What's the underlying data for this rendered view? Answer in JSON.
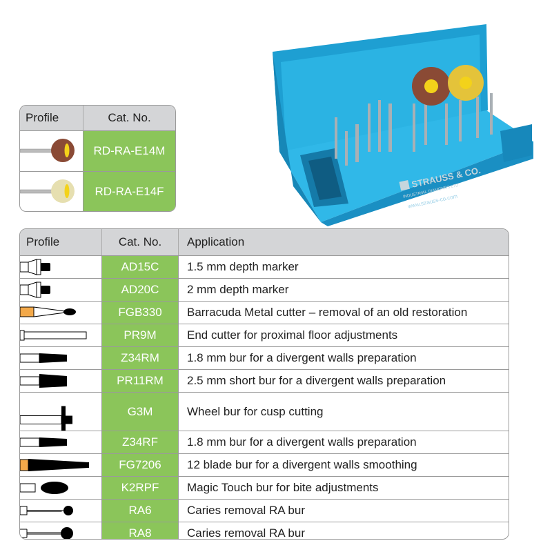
{
  "colors": {
    "green": "#8bc55a",
    "header_gray": "#d4d5d7",
    "box_blue": "#29a9d9"
  },
  "small_table": {
    "headers": {
      "profile": "Profile",
      "cat": "Cat. No."
    },
    "rows": [
      {
        "cat": "RD-RA-E14M",
        "icon": "brown-polishing-wheel-icon"
      },
      {
        "cat": "RD-RA-E14F",
        "icon": "beige-polishing-wheel-icon"
      }
    ]
  },
  "box": {
    "brand": "STRAUSS & CO.",
    "subtitle": "INDUSTRIAL DIAMONDS LTD.",
    "url": "www.strauss-co.com"
  },
  "main_table": {
    "headers": {
      "profile": "Profile",
      "cat": "Cat. No.",
      "app": "Application"
    },
    "rows": [
      {
        "cat": "AD15C",
        "app": "1.5 mm depth marker",
        "icon": "depth-marker-icon"
      },
      {
        "cat": "AD20C",
        "app": "2 mm depth marker",
        "icon": "depth-marker-icon"
      },
      {
        "cat": "FGB330",
        "app": "Barracuda Metal cutter – removal of an old restoration",
        "icon": "pear-bur-icon"
      },
      {
        "cat": "PR9M",
        "app": "End cutter for proximal floor adjustments",
        "icon": "end-cutter-icon"
      },
      {
        "cat": "Z34RM",
        "app": "1.8 mm bur for a divergent walls preparation",
        "icon": "taper-bur-icon"
      },
      {
        "cat": "PR11RM",
        "app": "2.5 mm short bur for a divergent walls preparation",
        "icon": "short-taper-bur-icon"
      },
      {
        "cat": "G3M",
        "app": "Wheel bur for cusp cutting",
        "icon": "wheel-bur-icon"
      },
      {
        "cat": "Z34RF",
        "app": "1.8 mm bur for a divergent walls preparation",
        "icon": "taper-bur-icon"
      },
      {
        "cat": "FG7206",
        "app": "12 blade bur for a divergent walls smoothing",
        "icon": "blade-bur-icon"
      },
      {
        "cat": "K2RPF",
        "app": "Magic Touch bur for bite adjustments",
        "icon": "egg-bur-icon"
      },
      {
        "cat": "RA6",
        "app": "Caries removal RA bur",
        "icon": "round-bur-small-icon"
      },
      {
        "cat": "RA8",
        "app": "Caries removal RA bur",
        "icon": "round-bur-large-icon"
      }
    ]
  }
}
